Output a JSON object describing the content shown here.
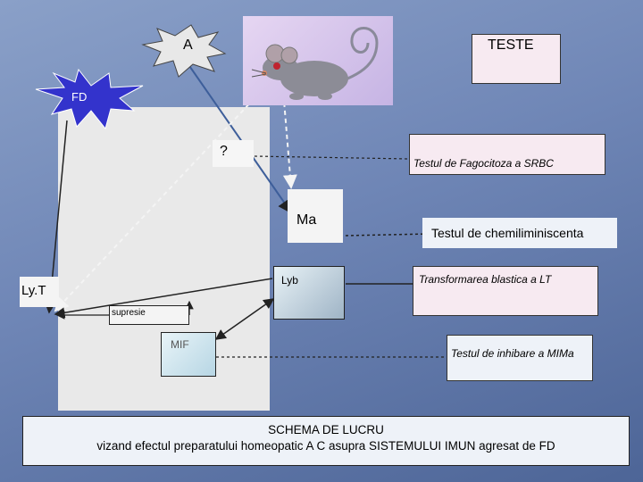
{
  "nodes": {
    "a": "A",
    "teste": "TESTE",
    "fd": "FD",
    "question": "?",
    "ma": "Ma",
    "lyb": "Lyb",
    "lyt": "Ly.T",
    "supresie": "supresie",
    "mif": "MIF"
  },
  "tests": {
    "fagocitoza": "Testul de Fagocitoza  a SRBC",
    "chemiluminiscenta": "Testul de chemiliminiscenta",
    "transformarea": "Transformarea blastica  a LT",
    "inhibare": "Testul de inhibare a MIMa"
  },
  "caption": {
    "line1": "SCHEMA  DE  LUCRU",
    "line2": "vizand efectul preparatului  homeopatic A C asupra  SISTEMULUI IMUN  agresat de  FD"
  },
  "colors": {
    "burst": "#3333cc",
    "burst_text": "#ffffff",
    "box_pink": "#f5e6ef",
    "arrow": "#333333"
  }
}
